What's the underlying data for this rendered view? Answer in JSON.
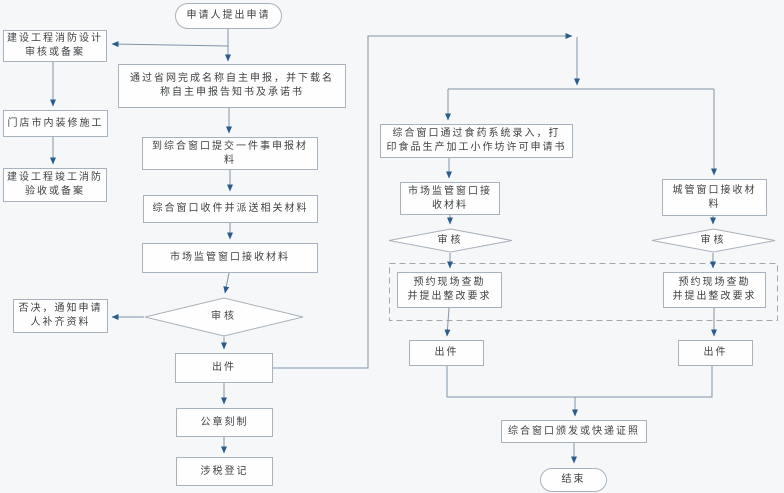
{
  "diagram": {
    "type": "flowchart",
    "language": "zh-CN",
    "colors": {
      "background": "#f6f7f8",
      "node_fill": "#fefefe",
      "node_border": "#a8b2bd",
      "connector_line": "#8094a8",
      "arrowhead": "#2b5c8e",
      "dashed_region_border": "#a6a6a6",
      "text": "#3d3f42"
    },
    "nodes": {
      "start": "申请人提出申请",
      "fire_design": "建设工程消防设计\n审核或备案",
      "shop_decor": "门店市内装修施工",
      "fire_accept": "建设工程竣工消防\n验收或备案",
      "online_declare": "通过省网完成名称自主申报，并下载名\n称自主申报告知书及承诺书",
      "submit": "到综合窗口提交一件事申报材\n料",
      "receive_dispatch": "综合窗口收件并派送相关材料",
      "market_window": "市场监管窗口接收材料",
      "review_center": "审核",
      "reject": "否决，通知申请\n人补齐资料",
      "issue_center": "出件",
      "seal": "公章刻制",
      "tax": "涉税登记",
      "food_entry": "综合窗口通过食药系统录入，打\n印食品生产加工小作坊许可申请书",
      "market_receive": "市场监管窗口接\n收材料",
      "review_market": "审核",
      "survey_left": "预约现场查勘\n并提出整改要求",
      "issue_left": "出件",
      "city_receive": "城管窗口接收材\n料",
      "review_city": "审核",
      "survey_right": "预约现场查勘\n并提出整改要求",
      "issue_right": "出件",
      "license": "综合窗口颁发或快递证照",
      "end": "结束"
    }
  }
}
